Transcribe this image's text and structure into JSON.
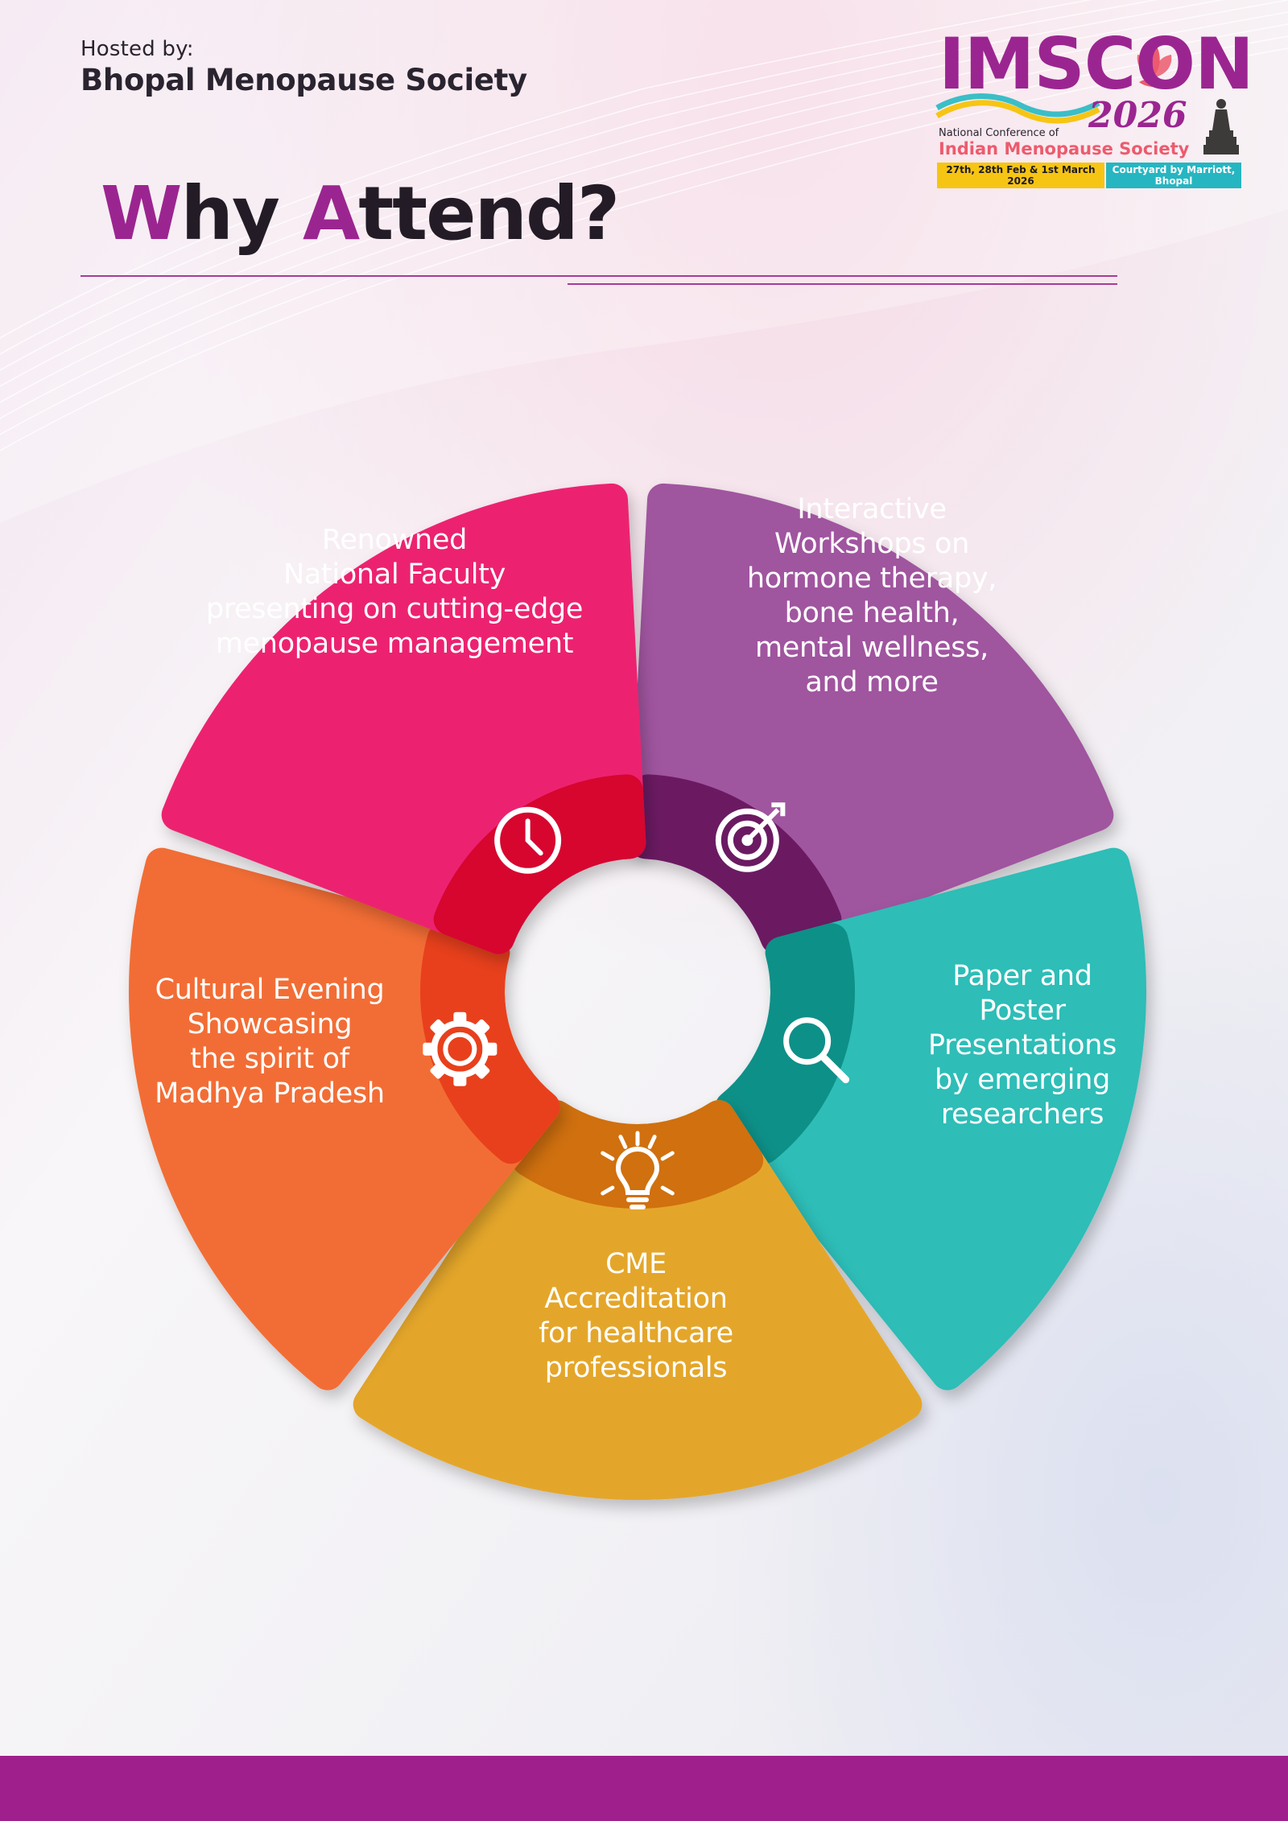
{
  "header": {
    "hosted_label": "Hosted by:",
    "hosted_name": "Bhopal Menopause Society",
    "title_prefix_1": "W",
    "title_rest_1": "hy ",
    "title_prefix_2": "A",
    "title_rest_2": "ttend?"
  },
  "logo": {
    "word": "IMSCON",
    "year": "2026",
    "subtitle": "National Conference of",
    "society": "Indian Menopause Society",
    "date": "27th, 28th Feb & 1st March 2026",
    "venue": "Courtyard by Marriott, Bhopal"
  },
  "segments": [
    {
      "text": "Renowned\nNational Faculty\npresenting on cutting-edge\nmenopause management",
      "icon": "target-icon",
      "color": "#a0559f",
      "accent": "#6b1a62"
    },
    {
      "text": "Interactive\nWorkshops on\nhormone therapy,\nbone health,\nmental wellness,\nand more",
      "icon": "search-icon",
      "color": "#2fbdb7",
      "accent": "#0d9088"
    },
    {
      "text": "Paper and\nPoster\nPresentations\nby emerging\nresearchers",
      "icon": "lightbulb-icon",
      "color": "#e4a62c",
      "accent": "#d0700f"
    },
    {
      "text": "CME\nAccreditation\nfor healthcare\nprofessionals",
      "icon": "gear-icon",
      "color": "#f26d35",
      "accent": "#e8401c"
    },
    {
      "text": "Cultural Evening\nShowcasing\nthe spirit of\nMadhya Pradesh",
      "icon": "clock-icon",
      "color": "#ec2270",
      "accent": "#d6062f"
    }
  ],
  "colors": {
    "brand_purple": "#9b2590",
    "footer": "#9f1f8c"
  }
}
